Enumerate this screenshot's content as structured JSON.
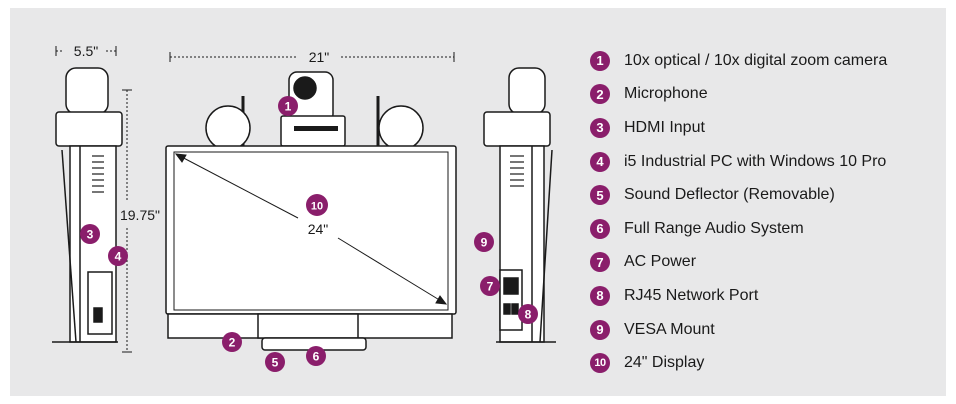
{
  "accent_color": "#8a1e6b",
  "dimensions": {
    "depth": "5.5\"",
    "width": "21\"",
    "height": "19.75\"",
    "diagonal": "24\""
  },
  "callouts": [
    {
      "number": "1",
      "label": "10x optical / 10x digital zoom camera"
    },
    {
      "number": "2",
      "label": "Microphone"
    },
    {
      "number": "3",
      "label": "HDMI Input"
    },
    {
      "number": "4",
      "label": "i5 Industrial PC with Windows 10 Pro"
    },
    {
      "number": "5",
      "label": "Sound Deflector (Removable)"
    },
    {
      "number": "6",
      "label": "Full Range Audio System"
    },
    {
      "number": "7",
      "label": "AC Power"
    },
    {
      "number": "8",
      "label": "RJ45 Network Port"
    },
    {
      "number": "9",
      "label": "VESA Mount"
    },
    {
      "number": "10",
      "label": "24\" Display"
    }
  ]
}
